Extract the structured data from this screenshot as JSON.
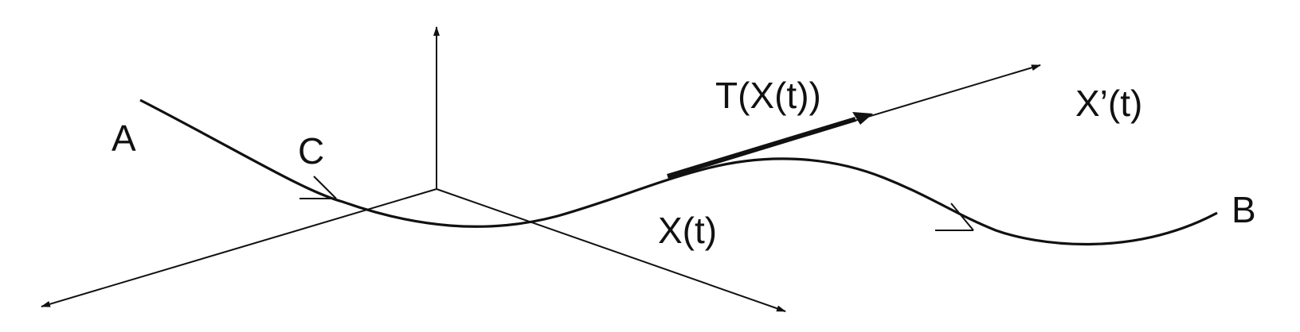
{
  "diagram": {
    "labels": {
      "a": "A",
      "b": "B",
      "c": "C",
      "position": "X(t)",
      "tangent": "T(X(t))",
      "derivative": "X’(t)"
    },
    "colors": {
      "stroke": "#111111",
      "background": "#ffffff"
    }
  }
}
